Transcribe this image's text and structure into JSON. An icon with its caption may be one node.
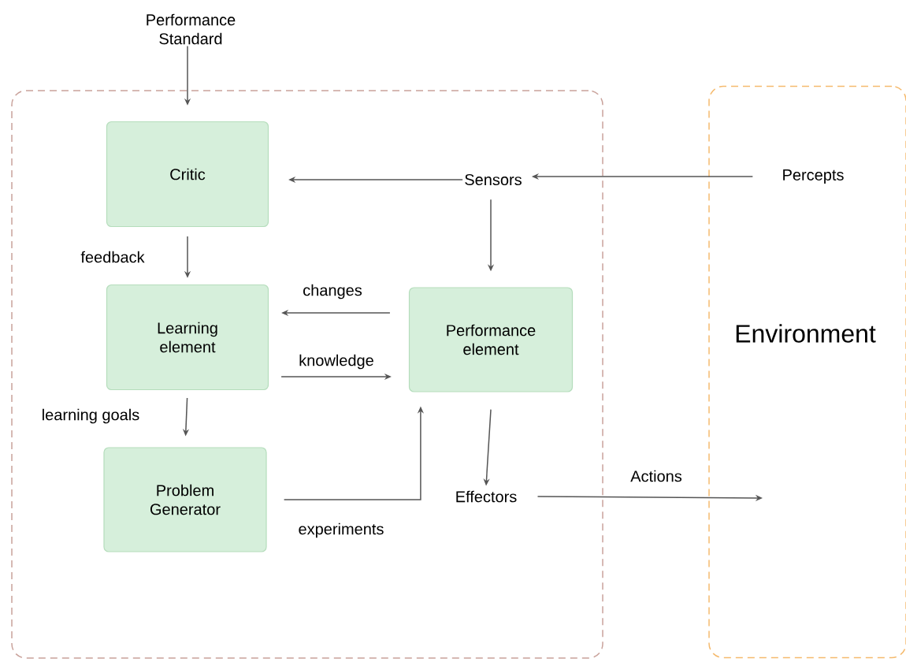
{
  "diagram": {
    "nodes": [
      {
        "text": [],
        "shape": "box"
      },
      {
        "text": [
          "Environment"
        ]
      },
      {
        "text": [
          "Performance Standard"
        ]
      },
      {
        "text": [
          "Critic"
        ],
        "in": 0
      },
      {
        "text": [
          "Sensors"
        ],
        "in": 0
      },
      {
        "text": [
          "Percepts"
        ],
        "in": 1
      },
      {
        "text": [
          "Learning element"
        ],
        "in": 0
      },
      {
        "text": [
          "Performance element"
        ],
        "in": 0
      },
      {
        "text": [
          "Problem Generator"
        ],
        "in": 0
      },
      {
        "text": [
          "Effectors"
        ],
        "in": 0
      }
    ],
    "edges": [
      {
        "from": 2,
        "to": 3,
        "arrow": "to"
      },
      {
        "from": 4,
        "to": 3,
        "arrow": "to"
      },
      {
        "from": 5,
        "to": 4,
        "arrow": "to"
      },
      {
        "from": 4,
        "to": 7,
        "arrow": "to"
      },
      {
        "from": 3,
        "to": 6,
        "label": "feedback",
        "arrow": "to"
      },
      {
        "from": 7,
        "to": 6,
        "label": "changes",
        "arrow": "to"
      },
      {
        "from": 6,
        "to": 7,
        "label": "knowledge",
        "arrow": "to"
      },
      {
        "from": 6,
        "to": 8,
        "label": "learning goals",
        "arrow": "to"
      },
      {
        "from": 8,
        "to": 7,
        "label": "experiments",
        "arrow": "to"
      },
      {
        "from": 7,
        "to": 9,
        "arrow": "to"
      },
      {
        "from": 9,
        "to": null,
        "label": "Actions",
        "arrow": "to"
      }
    ]
  }
}
